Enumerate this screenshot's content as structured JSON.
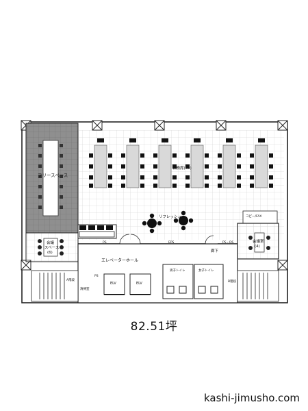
{
  "floor_plan": {
    "zones": {
      "open_space": "フリースペース",
      "meeting_left_name": "会議",
      "meeting_left_sub": "スペース",
      "meeting_left_cap": "(6)",
      "meeting_right_name": "会議室",
      "meeting_right_cap": "(4)",
      "refresh": "リフレッシュ",
      "office_desk": "執務席(60)",
      "elevator_hall": "エレベーターホール",
      "corridor": "廊下",
      "copy": "コピー/FAX",
      "restroom_men": "男子トイレ",
      "restroom_women": "女子トイレ",
      "stairs_a": "A階段",
      "stairs_b": "B階段",
      "cleaning": "清掃室",
      "elv": "ELV",
      "ps": "PS",
      "eps": "EPS",
      "psds": "PS・DS"
    }
  },
  "area_text": "82.51坪",
  "site_name": "kashi-jimusho.com"
}
